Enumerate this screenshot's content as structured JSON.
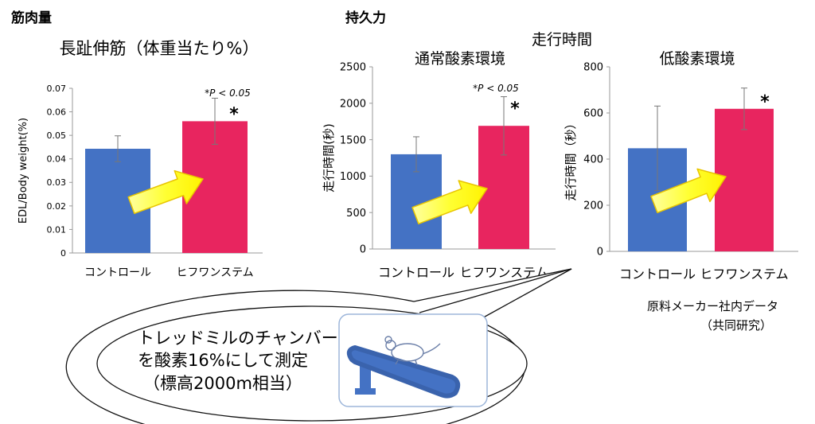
{
  "sections": {
    "muscle": "筋肉量",
    "endurance": "持久力",
    "run_time": "走行時間"
  },
  "colors": {
    "control": "#4472C4",
    "hifuwa": "#E8255F",
    "arrow_fill": "#FFFF33",
    "arrow_stroke": "#E8C400",
    "treadmill": "#4472C4"
  },
  "callout": {
    "lines": [
      "トレッドミルのチャンバー内",
      "を酸素16%にして測定",
      "（標高2000m相当）"
    ]
  },
  "source": {
    "line1": "原料メーカー社内データ",
    "line2": "（共同研究）"
  },
  "chart_data": [
    {
      "type": "bar",
      "title": "長趾伸筋（体重当たり%）",
      "ylabel": "EDL/Body weight(%)",
      "categories": [
        "コントロール",
        "ヒフワンステム"
      ],
      "values": [
        0.0443,
        0.056
      ],
      "errors": [
        0.0055,
        0.0098
      ],
      "ylim": [
        0,
        0.07
      ],
      "yticks": [
        "0",
        "0.01",
        "0.02",
        "0.03",
        "0.04",
        "0.05",
        "0.06",
        "0.07"
      ],
      "significance": "*",
      "annotation": "*P < 0.05"
    },
    {
      "type": "bar",
      "title": "通常酸素環境",
      "ylabel": "走行時間(秒)",
      "categories": [
        "コントロール",
        "ヒフワンステム"
      ],
      "values": [
        1300,
        1690
      ],
      "errors": [
        240,
        400
      ],
      "ylim": [
        0,
        2500
      ],
      "yticks": [
        "0",
        "500",
        "1000",
        "1500",
        "2000",
        "2500"
      ],
      "significance": "*",
      "annotation": "*P < 0.05"
    },
    {
      "type": "bar",
      "title": "低酸素環境",
      "ylabel": "走行時間（秒）",
      "categories": [
        "コントロール",
        "ヒフワンステム"
      ],
      "values": [
        447,
        618
      ],
      "errors": [
        183,
        90
      ],
      "ylim": [
        0,
        800
      ],
      "yticks": [
        "0",
        "200",
        "400",
        "600",
        "800"
      ],
      "significance": "*",
      "annotation": ""
    }
  ]
}
